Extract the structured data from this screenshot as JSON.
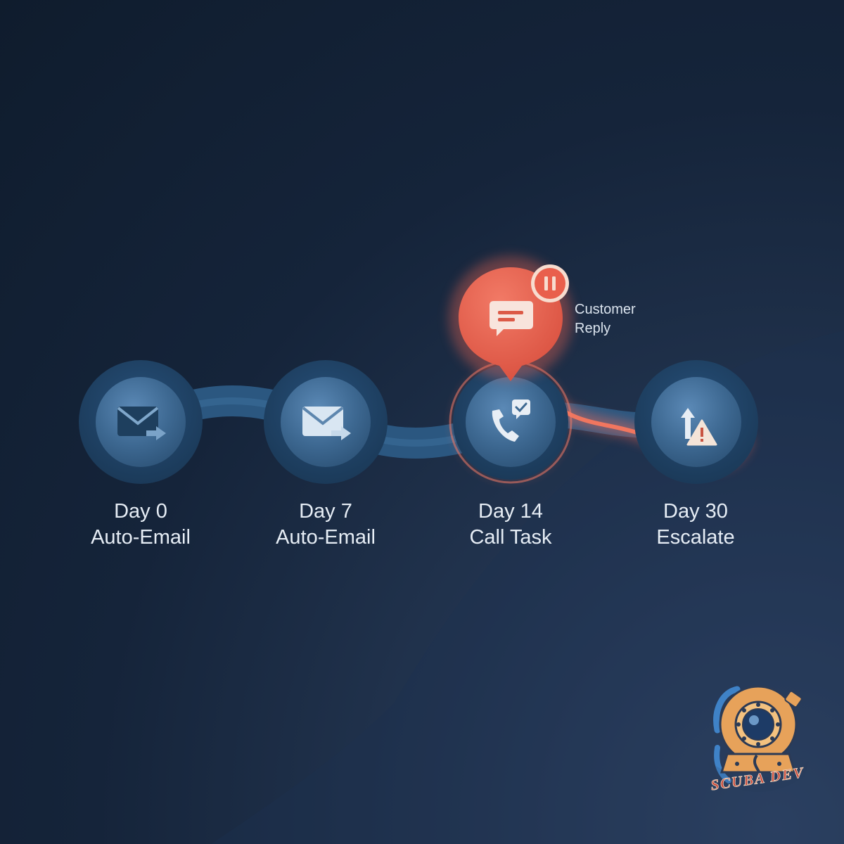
{
  "steps": [
    {
      "day": "Day 0",
      "action": "Auto-Email",
      "icon": "email-forward-icon"
    },
    {
      "day": "Day 7",
      "action": "Auto-Email",
      "icon": "email-forward-icon"
    },
    {
      "day": "Day 14",
      "action": "Call Task",
      "icon": "phone-check-icon"
    },
    {
      "day": "Day 30",
      "action": "Escalate",
      "icon": "escalate-warning-icon"
    }
  ],
  "event": {
    "line1": "Customer",
    "line2": "Reply",
    "icon": "chat-bubble-icon",
    "badge_icon": "pause-icon"
  },
  "logo": {
    "text": "SCUBA DEV",
    "icon": "diving-helmet-icon"
  },
  "colors": {
    "node": "#3b6590",
    "node_ring": "#1f4263",
    "connector": "#2f5a82",
    "alert": "#e8604f",
    "alert_glow": "#ff7a5c",
    "logo_orange": "#e7a25a",
    "logo_blue": "#3f82c7",
    "logo_red": "#c94a3c"
  }
}
